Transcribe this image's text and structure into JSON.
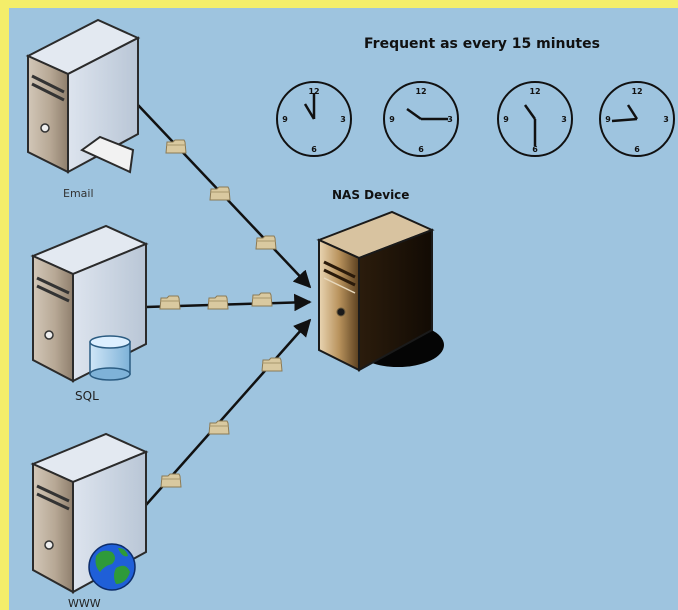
{
  "title": "Frequent as every 15 minutes",
  "colors": {
    "background": "#9ec4df",
    "frame": "#f4ee6a",
    "arrow": "#111111",
    "folder": "#d9c9a0",
    "database": "#a9d0ec",
    "globe_ocean": "#1f5fd8",
    "globe_land": "#2e9a3a"
  },
  "clocks": [
    {
      "n12": "12",
      "n3": "3",
      "n6": "6",
      "n9": "9"
    },
    {
      "n12": "12",
      "n3": "3",
      "n6": "6",
      "n9": "9"
    },
    {
      "n12": "12",
      "n3": "3",
      "n6": "6",
      "n9": "9"
    },
    {
      "n12": "12",
      "n3": "3",
      "n6": "6",
      "n9": "9"
    }
  ],
  "sources": [
    {
      "label": "Email",
      "badge_icon": "envelope-icon"
    },
    {
      "label": "SQL",
      "badge_icon": "database-icon"
    },
    {
      "label": "WWW",
      "badge_icon": "globe-icon"
    }
  ],
  "target": {
    "label": "NAS Device"
  }
}
